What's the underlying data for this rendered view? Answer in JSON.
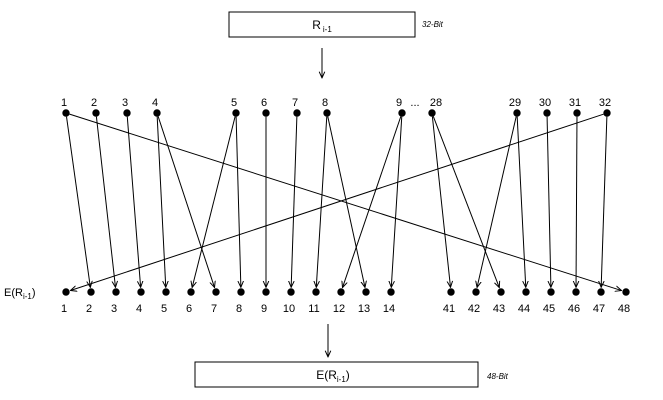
{
  "top_box": {
    "main": "R",
    "sub": "i-1"
  },
  "top_bits": "32-Bit",
  "bottom_box": {
    "main": "E(R",
    "sub": "i-1",
    "close": ")"
  },
  "bottom_bits": "48-Bit",
  "row_label": {
    "main": "E(R",
    "sub": "i-1",
    "close": ")"
  },
  "ellipsis": "...",
  "input_bits": [
    {
      "label": "1"
    },
    {
      "label": "2"
    },
    {
      "label": "3"
    },
    {
      "label": "4"
    },
    {
      "label": "5"
    },
    {
      "label": "6"
    },
    {
      "label": "7"
    },
    {
      "label": "8"
    },
    {
      "label": "9"
    },
    {
      "label": "28"
    },
    {
      "label": "29"
    },
    {
      "label": "30"
    },
    {
      "label": "31"
    },
    {
      "label": "32"
    }
  ],
  "output_bits": [
    {
      "label": "1"
    },
    {
      "label": "2"
    },
    {
      "label": "3"
    },
    {
      "label": "4"
    },
    {
      "label": "5"
    },
    {
      "label": "6"
    },
    {
      "label": "7"
    },
    {
      "label": "8"
    },
    {
      "label": "9"
    },
    {
      "label": "10"
    },
    {
      "label": "11"
    },
    {
      "label": "12"
    },
    {
      "label": "13"
    },
    {
      "label": "14"
    },
    {
      "label": "41"
    },
    {
      "label": "42"
    },
    {
      "label": "43"
    },
    {
      "label": "44"
    },
    {
      "label": "45"
    },
    {
      "label": "46"
    },
    {
      "label": "47"
    },
    {
      "label": "48"
    }
  ],
  "connections": [
    {
      "from": "32",
      "to": "1"
    },
    {
      "from": "1",
      "to": "2"
    },
    {
      "from": "2",
      "to": "3"
    },
    {
      "from": "3",
      "to": "4"
    },
    {
      "from": "4",
      "to": "5"
    },
    {
      "from": "5",
      "to": "6"
    },
    {
      "from": "4",
      "to": "7"
    },
    {
      "from": "5",
      "to": "8"
    },
    {
      "from": "6",
      "to": "9"
    },
    {
      "from": "7",
      "to": "10"
    },
    {
      "from": "8",
      "to": "11"
    },
    {
      "from": "9",
      "to": "12"
    },
    {
      "from": "8",
      "to": "13"
    },
    {
      "from": "9",
      "to": "14"
    },
    {
      "from": "28",
      "to": "41"
    },
    {
      "from": "29",
      "to": "42"
    },
    {
      "from": "28",
      "to": "43"
    },
    {
      "from": "29",
      "to": "44"
    },
    {
      "from": "30",
      "to": "45"
    },
    {
      "from": "31",
      "to": "46"
    },
    {
      "from": "32",
      "to": "47"
    },
    {
      "from": "1",
      "to": "48"
    }
  ]
}
